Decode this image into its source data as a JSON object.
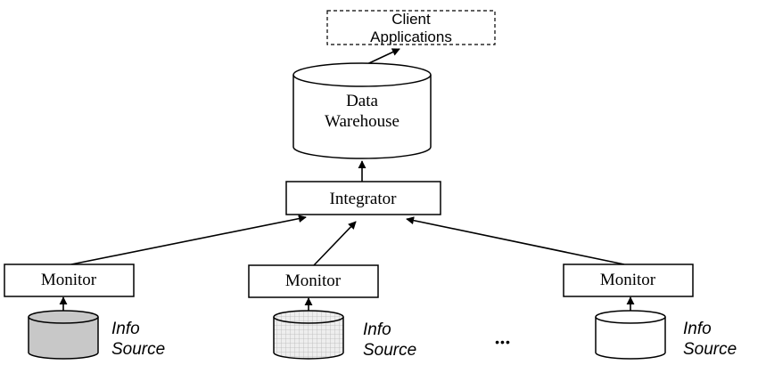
{
  "client": {
    "line1": "Client",
    "line2": "Applications"
  },
  "warehouse": {
    "line1": "Data",
    "line2": "Warehouse"
  },
  "integrator": {
    "label": "Integrator"
  },
  "monitors": [
    {
      "label": "Monitor"
    },
    {
      "label": "Monitor"
    },
    {
      "label": "Monitor"
    }
  ],
  "sources": [
    {
      "line1": "Info",
      "line2": "Source",
      "fill": "#c8c8c8",
      "pattern": "solid"
    },
    {
      "line1": "Info",
      "line2": "Source",
      "fill": "#eeeeee",
      "pattern": "grid"
    },
    {
      "line1": "Info",
      "line2": "Source",
      "fill": "#ffffff",
      "pattern": "none"
    }
  ],
  "ellipsis": "•••"
}
